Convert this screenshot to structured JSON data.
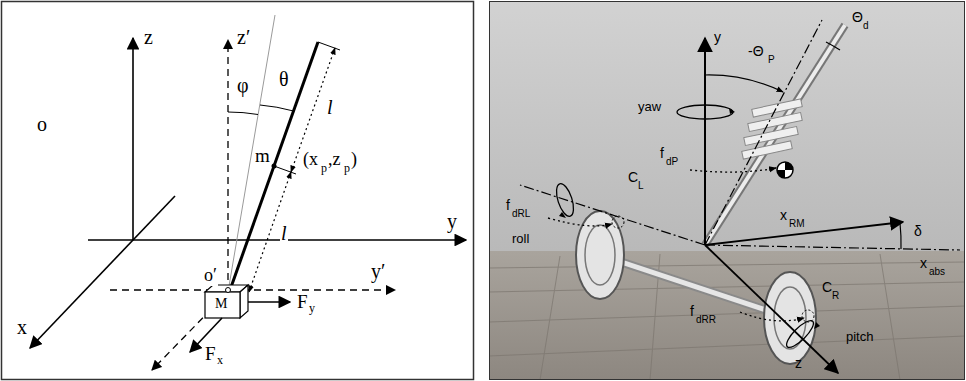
{
  "diagram": {
    "labels": [
      "z",
      "z′",
      "o",
      "φ",
      "θ",
      "l",
      "m",
      "(x",
      "p",
      ",z",
      "p",
      ")",
      "l",
      "y",
      "y′",
      "o′",
      "M",
      "F",
      "y",
      "x",
      "F",
      "x",
      "y",
      "yaw",
      "-Θ",
      "P",
      "Θ",
      "d",
      "f",
      "dP",
      "C",
      "L",
      "f",
      "dRL",
      "x",
      "RM",
      "δ",
      "x",
      "abs",
      "roll",
      "C",
      "R",
      "f",
      "dRR",
      "pitch",
      "z"
    ]
  }
}
